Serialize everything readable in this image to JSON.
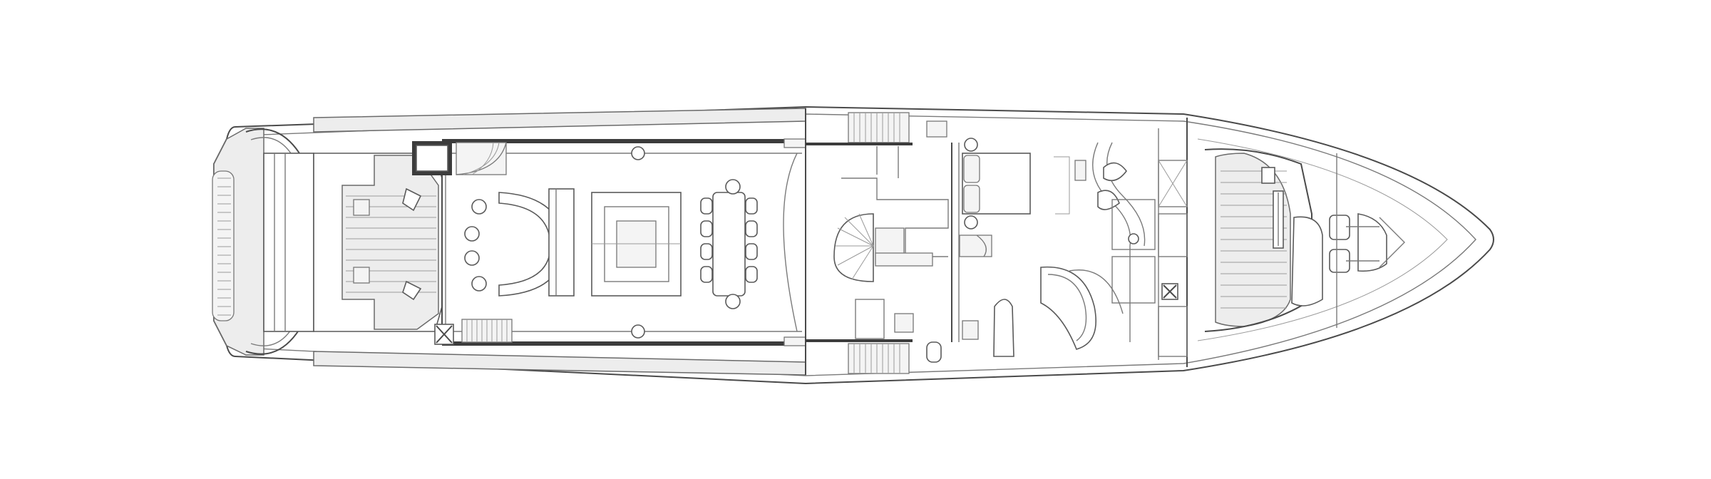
{
  "diagram": {
    "kind": "yacht-deck-plan",
    "view": "top",
    "orientation": "bow-right",
    "colors": {
      "background": "#ffffff",
      "line": "#4a4a4a",
      "deck_fill": "#ededed",
      "wall": "#3c3c3c"
    },
    "zones": [
      {
        "id": "swim-platform"
      },
      {
        "id": "aft-deck"
      },
      {
        "id": "main-saloon"
      },
      {
        "id": "dining-area"
      },
      {
        "id": "stair-lobby"
      },
      {
        "id": "master-suite"
      },
      {
        "id": "foredeck"
      }
    ]
  }
}
